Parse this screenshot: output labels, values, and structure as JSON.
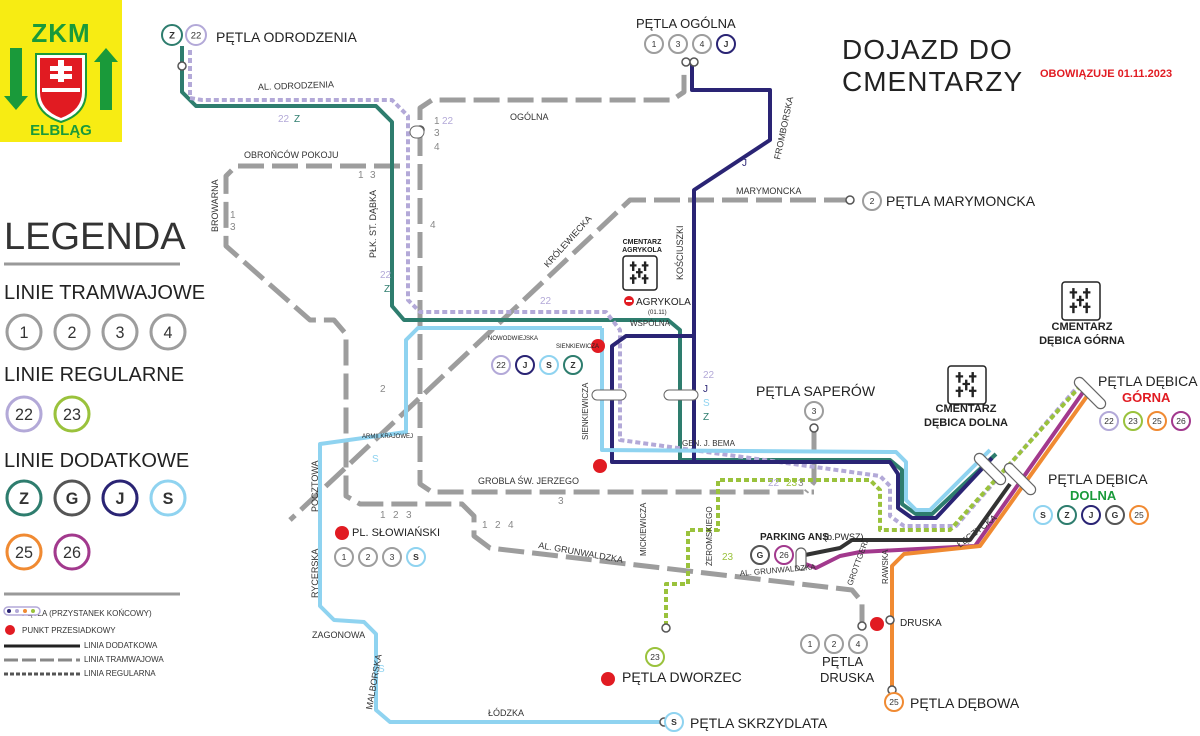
{
  "logo": {
    "title": "ZKM",
    "city": "ELBLĄG"
  },
  "header": {
    "title": "DOJAZD DO CMENTARZY",
    "valid_from": "OBOWIĄZUJE 01.11.2023"
  },
  "colors": {
    "tram": "#9d9d9d",
    "reg22": "#b3a9d8",
    "reg23": "#9ac23c",
    "zg": "#2e7d6e",
    "j": "#2a2474",
    "s": "#8fd3f0",
    "l25": "#f08a32",
    "l26": "#a2398d",
    "g": "#555555",
    "red": "#e11b22"
  },
  "legend": {
    "title": "LEGENDA",
    "tram_title": "LINIE TRAMWAJOWE",
    "tram_lines": [
      "1",
      "2",
      "3",
      "4"
    ],
    "regular_title": "LINIE REGULARNE",
    "regular_lines": [
      "22",
      "23"
    ],
    "extra_title": "LINIE DODATKOWE",
    "extra_lines": [
      "Z",
      "G",
      "J",
      "S",
      "25",
      "26"
    ],
    "keys": [
      "PĘTLA (PRZYSTANEK KOŃCOWY)",
      "PUNKT PRZESIADKOWY",
      "LINIA DODATKOWA",
      "LINIA TRAMWAJOWA",
      "LINIA REGULARNA"
    ]
  },
  "terminals": {
    "odrodzenia": {
      "name": "PĘTLA ODRODZENIA",
      "lines": [
        "Z",
        "22"
      ]
    },
    "ogolna": {
      "name": "PĘTLA OGÓLNA",
      "lines": [
        "1",
        "3",
        "4",
        "J"
      ]
    },
    "marymoncka": {
      "name": "PĘTLA MARYMONCKA",
      "lines": [
        "2"
      ]
    },
    "saperow": {
      "name": "PĘTLA SAPERÓW",
      "lines": [
        "3"
      ]
    },
    "debica_gorna": {
      "name": "PĘTLA DĘBICA",
      "name2": "GÓRNA",
      "lines": [
        "22",
        "23",
        "25",
        "26"
      ]
    },
    "debica_dolna": {
      "name": "PĘTLA DĘBICA",
      "name2": "DOLNA",
      "lines": [
        "S",
        "Z",
        "J",
        "G",
        "25"
      ]
    },
    "dworzec": {
      "name": "PĘTLA DWORZEC",
      "lines": [
        "23"
      ]
    },
    "skrzydlata": {
      "name": "PĘTLA SKRZYDLATA",
      "lines": [
        "S"
      ]
    },
    "druska": {
      "name": "PĘTLA",
      "name2": "DRUSKA",
      "lines": [
        "1",
        "2",
        "4"
      ]
    },
    "debowa": {
      "name": "PĘTLA DĘBOWA",
      "lines": [
        "25"
      ]
    }
  },
  "stops": {
    "sienkiewicza_lines": [
      "22",
      "J",
      "S",
      "Z"
    ],
    "slowianski": {
      "name": "PL. SŁOWIAŃSKI",
      "lines": [
        "1",
        "2",
        "3",
        "S"
      ]
    },
    "parking": {
      "name": "PARKING ANS",
      "note": "(b.PWSZ)",
      "lines": [
        "G",
        "26"
      ]
    },
    "druska_stop": "DRUSKA",
    "agrykola": "AGRYKOLA",
    "agrykola_note": "(01.11)",
    "nowodwiejska": "NOWODWIEJSKA",
    "sienkiewicza": "SIENKIEWICZA",
    "armii": "ARMII KRAJOWEJ"
  },
  "cemeteries": [
    {
      "line1": "CMENTARZ",
      "line2": "AGRYKOLA"
    },
    {
      "line1": "CMENTARZ",
      "line2": "DĘBICA GÓRNA"
    },
    {
      "line1": "CMENTARZ",
      "line2": "DĘBICA DOLNA"
    }
  ],
  "streets": {
    "odrodzenia": "AL. ODRODZENIA",
    "ogolna": "OGÓLNA",
    "fromborska": "FROMBORSKA",
    "obroncow": "OBROŃCÓW POKOJU",
    "marymoncka": "MARYMONCKA",
    "browarna": "BROWARNA",
    "dabka": "PŁK. ST. DĄBKA",
    "krolewiecka": "KRÓLEWIECKA",
    "kosciuszki": "KOŚCIUSZKI",
    "wspolna": "WSPÓLNA",
    "sienkiewicza_st": "SIENKIEWICZA",
    "bema": "GEN. J. BEMA",
    "grobla": "GROBLA ŚW. JERZEGO",
    "grunwaldzka": "AL. GRUNWALDZKA",
    "grunwaldzka2": "AL. GRUNWALDZKA",
    "mickiewicza": "MICKIEWICZA",
    "zeromskiego": "ŻEROMSKIEGO",
    "grottgera": "GROTTGERA",
    "rawska": "RAWSKA",
    "leczycka": "ŁĘCZYCKA",
    "rycerska": "RYCERSKA",
    "pocztowa": "POCZTOWA",
    "zagonowa": "ZAGONOWA",
    "malborska": "MALBORSKA",
    "lodzka": "ŁÓDZKA"
  },
  "line_labels": {
    "n22": "22",
    "nZ": "Z",
    "n1": "1",
    "n2": "2",
    "n3": "3",
    "n4": "4",
    "nJ": "J",
    "nS": "S",
    "n23": "23"
  }
}
